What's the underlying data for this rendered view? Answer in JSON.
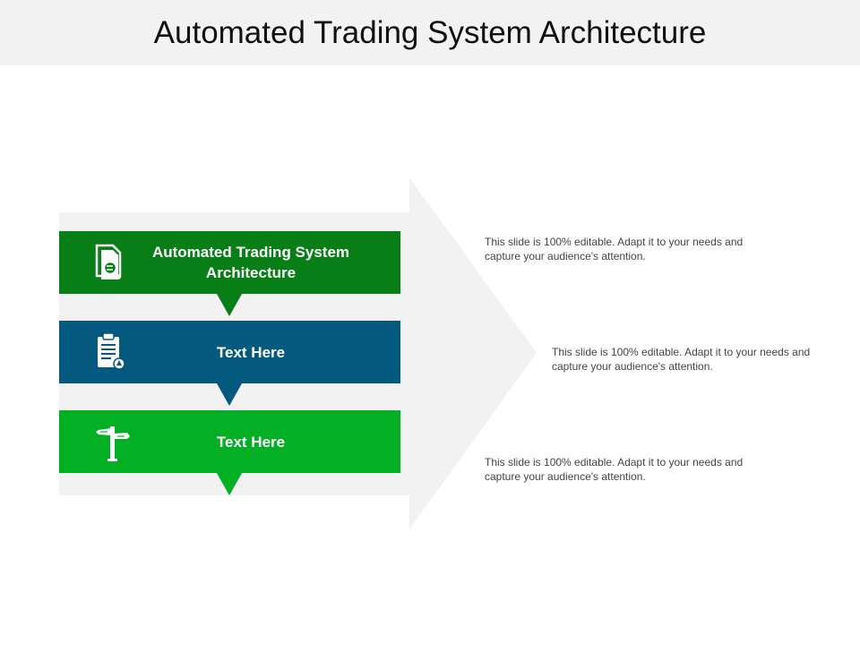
{
  "title": "Automated Trading System Architecture",
  "colors": {
    "band1": "#077e16",
    "band2": "#035a7e",
    "band3": "#03b023",
    "arrow_bg": "#f2f2f2",
    "title_bg": "#f2f2f2"
  },
  "steps": [
    {
      "label": "Automated Trading System Architecture",
      "icon": "document-search-icon",
      "description": "This slide is 100% editable. Adapt it to your needs and capture your audience's attention."
    },
    {
      "label": "Text Here",
      "icon": "clipboard-icon",
      "description": "This slide is 100% editable. Adapt it to your needs and capture your audience's attention."
    },
    {
      "label": "Text Here",
      "icon": "signpost-icon",
      "description": "This slide is 100% editable. Adapt it to your needs and capture your audience's attention."
    }
  ]
}
